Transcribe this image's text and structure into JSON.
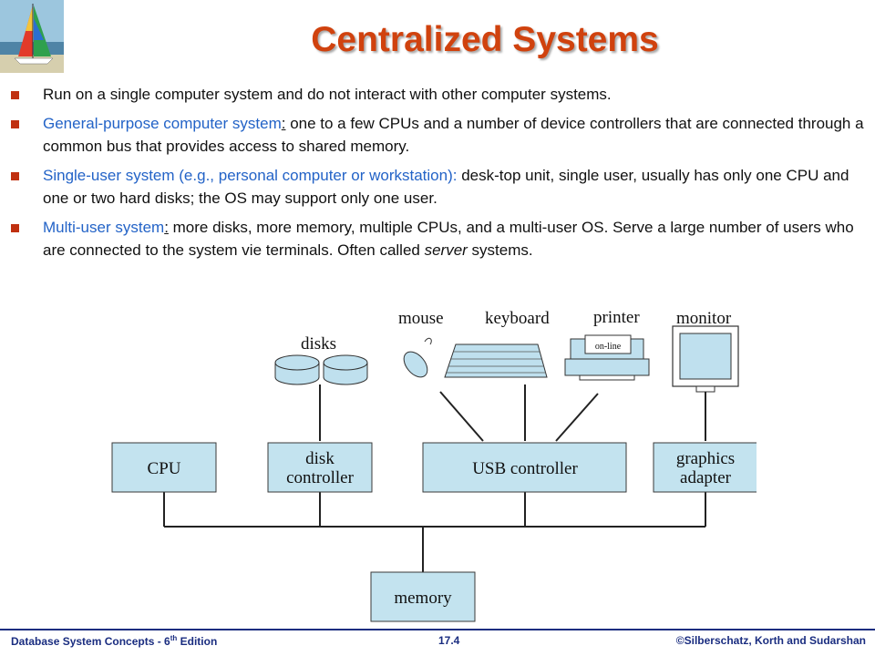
{
  "slide": {
    "title": "Centralized Systems",
    "bullets": [
      {
        "term": "",
        "colon": "",
        "text": "Run on a single computer system and do not interact with other computer systems."
      },
      {
        "term": "General-purpose computer system",
        "colon": ":",
        "text": " one to a few CPUs and a number of device controllers that are connected through a common bus that provides access to shared memory."
      },
      {
        "term": "Single-user system (e.g., personal computer or workstation):",
        "colon": "",
        "text": " desk-top unit, single user, usually has only one CPU  and one or two hard disks; the OS may support only one user."
      },
      {
        "term": "Multi-user system",
        "colon": ":",
        "text": " more disks, more memory, multiple CPUs, and a multi-user OS. Serve a large number of users who are connected to the system vie terminals. Often called ",
        "italic": "server",
        "tail": " systems."
      }
    ]
  },
  "diagram": {
    "device_labels": {
      "disks": "disks",
      "mouse": "mouse",
      "keyboard": "keyboard",
      "printer": "printer",
      "printer_tag": "on-line",
      "monitor": "monitor"
    },
    "boxes": {
      "cpu": "CPU",
      "disk_controller_1": "disk",
      "disk_controller_2": "controller",
      "usb_controller": "USB controller",
      "graphics_1": "graphics",
      "graphics_2": "adapter",
      "memory": "memory"
    },
    "colors": {
      "box_fill": "#c3e3ef",
      "box_stroke": "#3a3a3a",
      "device_fill": "#bfe0ee",
      "line": "#222222"
    }
  },
  "footer": {
    "left_prefix": "Database  System Concepts  - 6",
    "left_sup": "th",
    "left_suffix": " Edition",
    "center": "17.4",
    "right": "©Silberschatz, Korth and Sudarshan"
  },
  "logo": {
    "icon": "sailboat-logo-icon"
  },
  "bullet_marker_color": "#c03010",
  "title_color": "#d0420e",
  "term_color": "#2363c7",
  "footer_color": "#1a2d80"
}
